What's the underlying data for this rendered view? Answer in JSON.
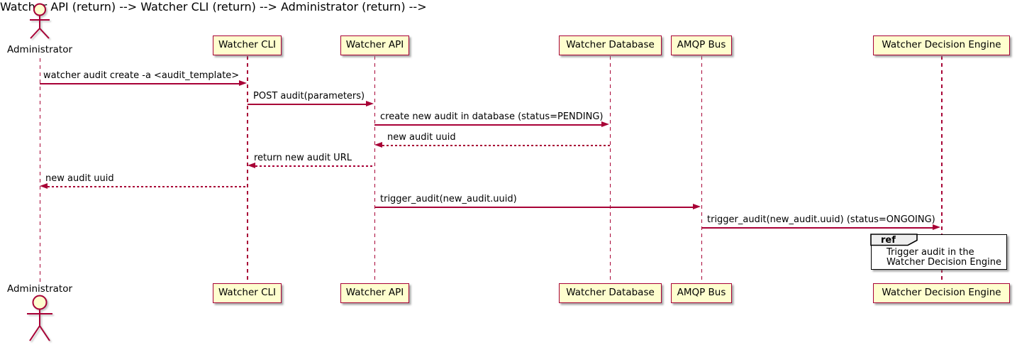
{
  "diagram": {
    "type": "sequence-diagram",
    "actor": {
      "name": "Administrator"
    },
    "participants": [
      {
        "label": "Watcher CLI"
      },
      {
        "label": "Watcher API"
      },
      {
        "label": "Watcher Database"
      },
      {
        "label": "AMQP Bus"
      },
      {
        "label": "Watcher Decision Engine"
      }
    ],
    "messages": [
      {
        "from": "Administrator",
        "to": "Watcher CLI",
        "label": "watcher audit create -a <audit_template>",
        "style": "solid"
      },
      {
        "from": "Watcher CLI",
        "to": "Watcher API",
        "label": "POST audit(parameters)",
        "style": "solid"
      },
      {
        "from": "Watcher API",
        "to": "Watcher Database",
        "label": "create new audit in database (status=PENDING)",
        "style": "solid"
      },
      {
        "from": "Watcher Database",
        "to": "Watcher API",
        "label": "new audit uuid",
        "style": "dashed"
      },
      {
        "from": "Watcher API",
        "to": "Watcher CLI",
        "label": "return new audit URL",
        "style": "dashed"
      },
      {
        "from": "Watcher CLI",
        "to": "Administrator",
        "label": "new audit uuid",
        "style": "dashed"
      },
      {
        "from": "Watcher API",
        "to": "AMQP Bus",
        "label": "trigger_audit(new_audit.uuid)",
        "style": "solid"
      },
      {
        "from": "AMQP Bus",
        "to": "Watcher Decision Engine",
        "label": "trigger_audit(new_audit.uuid) (status=ONGOING)",
        "style": "solid"
      }
    ],
    "ref": {
      "tag": "ref",
      "line1": "Trigger audit in the",
      "line2": "Watcher Decision Engine"
    },
    "colors": {
      "stroke": "#A80036",
      "participant_fill": "#FEFECE",
      "text": "#000000",
      "ref_border": "#000000",
      "ref_tag_fill": "#EEEEEE",
      "background": "#FFFFFF"
    }
  }
}
